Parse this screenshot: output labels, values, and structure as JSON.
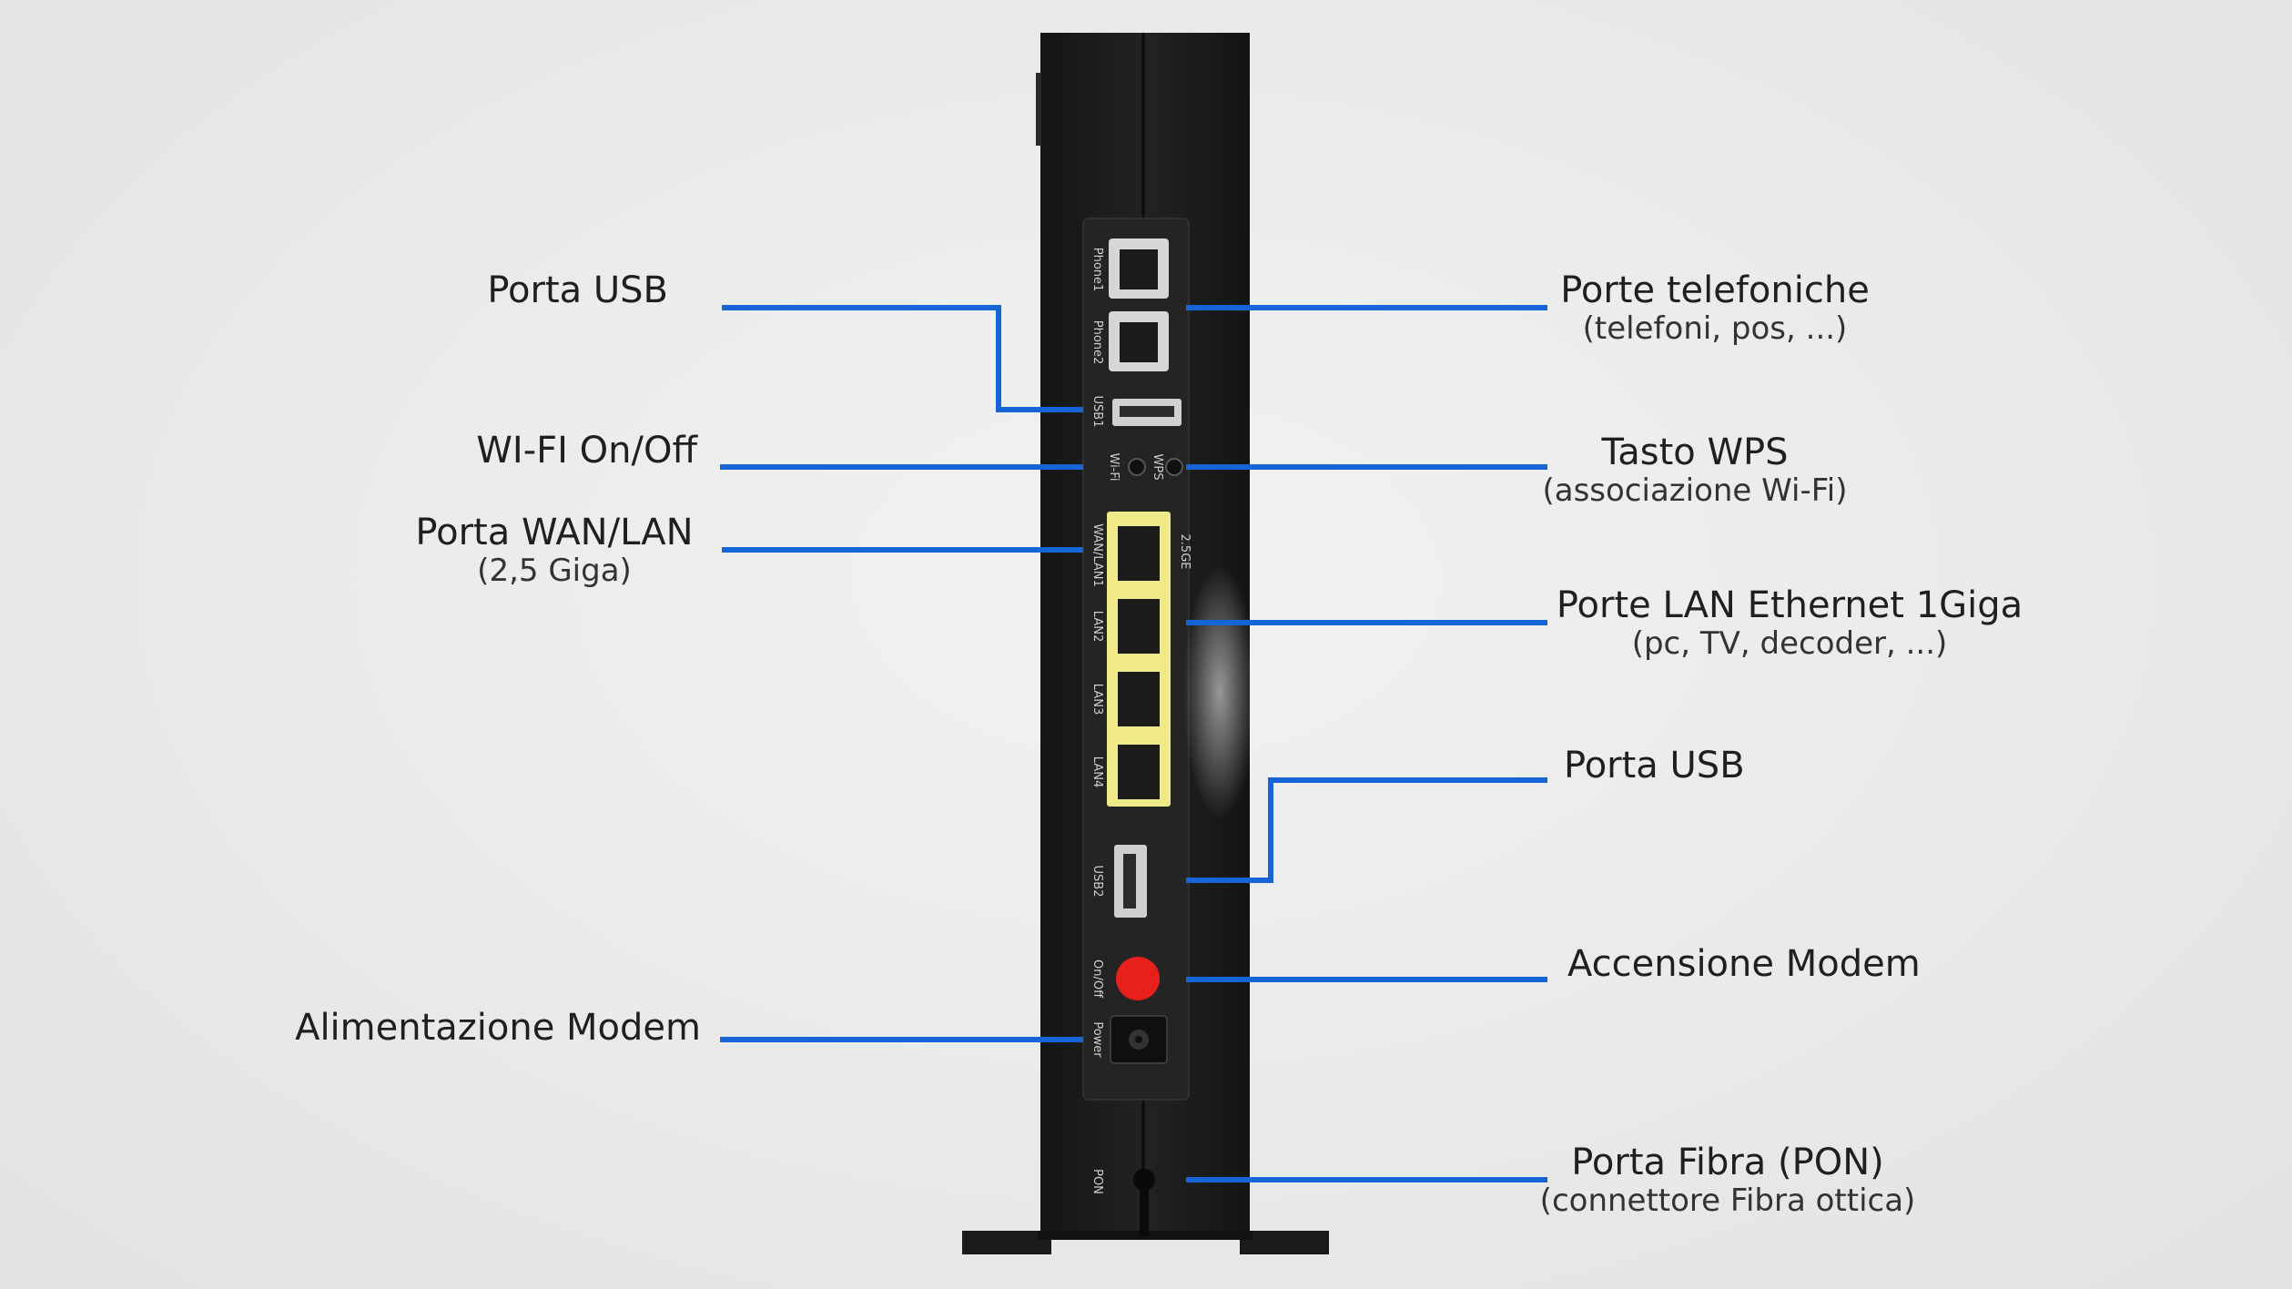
{
  "labels": {
    "usb_top": {
      "title": "Porta USB"
    },
    "wifi": {
      "title": "WI-FI On/Off"
    },
    "wan": {
      "title": "Porta WAN/LAN",
      "sub": "(2,5 Giga)"
    },
    "power": {
      "title": "Alimentazione Modem"
    },
    "phone": {
      "title": "Porte telefoniche",
      "sub": "(telefoni, pos, ...)"
    },
    "wps": {
      "title": "Tasto WPS",
      "sub": "(associazione Wi-Fi)"
    },
    "lan": {
      "title": "Porte LAN Ethernet 1Giga",
      "sub": "(pc, TV, decoder, ...)"
    },
    "usb_bottom": {
      "title": "Porta USB"
    },
    "onoff": {
      "title": "Accensione Modem"
    },
    "pon": {
      "title": "Porta Fibra (PON)",
      "sub": "(connettore Fibra ottica)"
    }
  },
  "device_labels": {
    "phone1": "Phone1",
    "phone2": "Phone2",
    "usb1": "USB1",
    "wifi": "Wi-Fi",
    "wps": "WPS",
    "wanlan1": "WAN/LAN1",
    "ge": "2.5GE",
    "lan2": "LAN2",
    "lan3": "LAN3",
    "lan4": "LAN4",
    "usb2": "USB2",
    "onoff": "On/Off",
    "power": "Power",
    "pon": "PON"
  },
  "colors": {
    "leader": "#1565d8",
    "device": "#1e1e1e",
    "lan_port": "#efe98a",
    "power_button": "#e8201c"
  }
}
